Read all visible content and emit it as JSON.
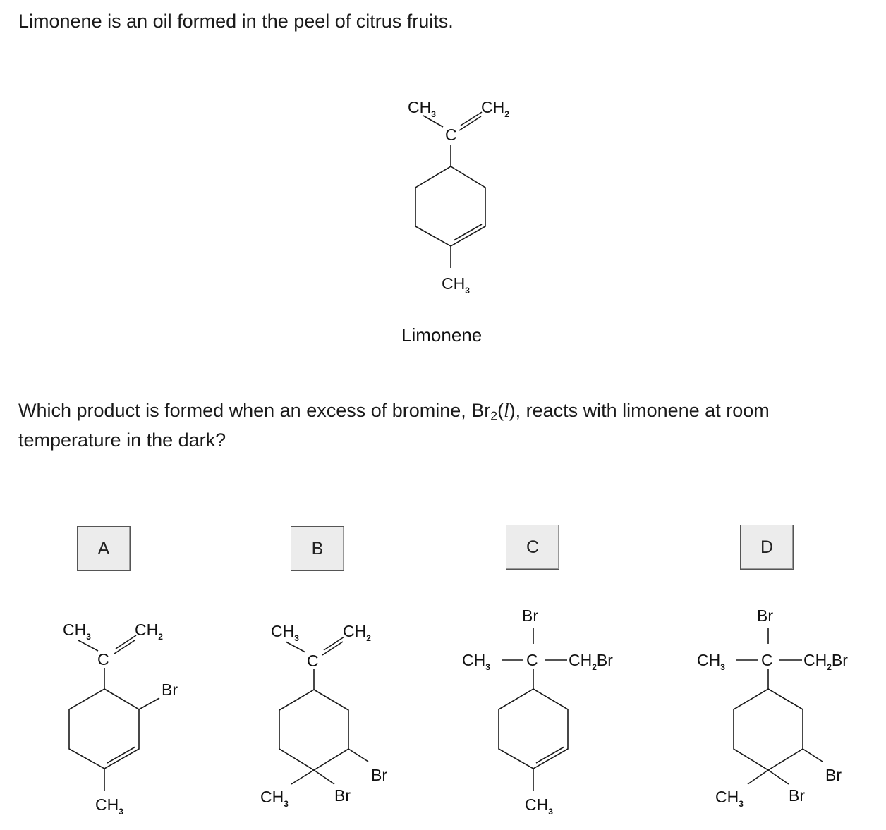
{
  "intro": "Limonene is an oil formed in the peel of citrus fruits.",
  "molecule_caption": "Limonene",
  "question": {
    "before": "Which product is formed when an excess of bromine, Br",
    "sub": "2",
    "open": "(",
    "state": "l",
    "after": "), reacts with limonene at room temperature in the dark?"
  },
  "options": [
    "A",
    "B",
    "C",
    "D"
  ],
  "atoms": {
    "ch": "CH",
    "c": "C",
    "br": "Br",
    "ch2br_main": "CH",
    "ch2br_tail": "Br",
    "sub3": "3",
    "sub2": "2"
  }
}
